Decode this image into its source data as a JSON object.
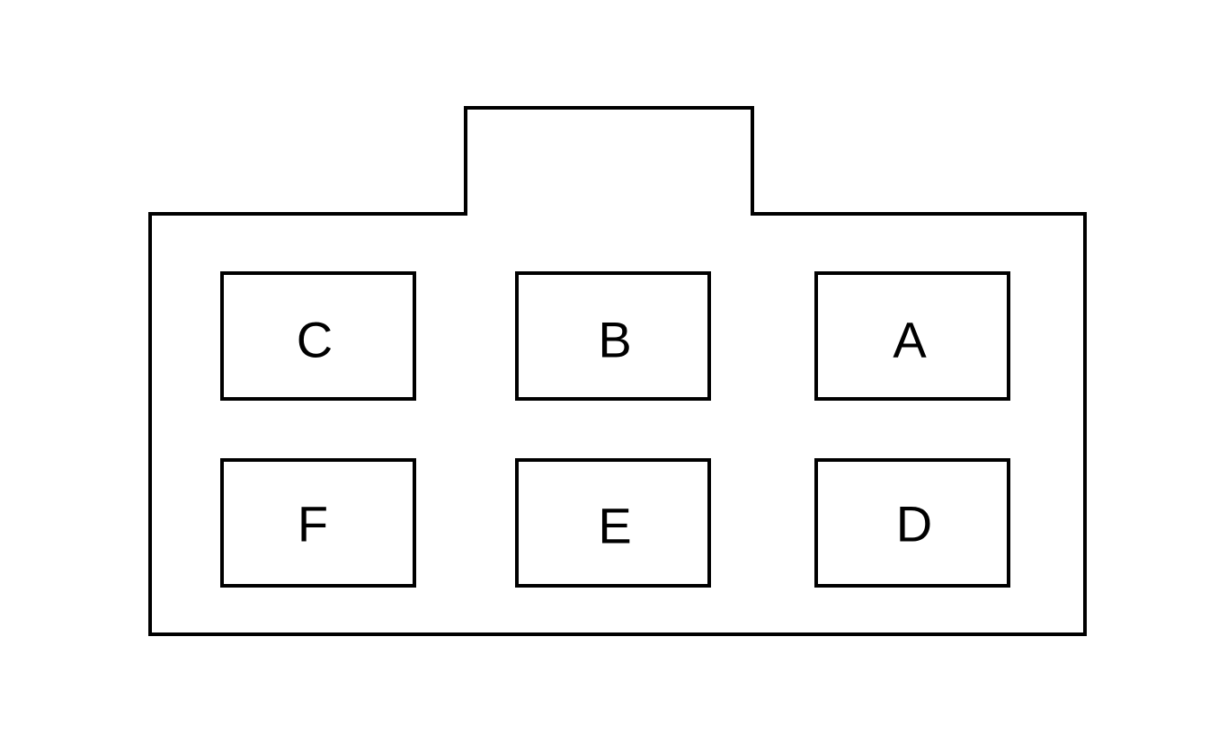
{
  "connector": {
    "pins": {
      "top_row": [
        "C",
        "B",
        "A"
      ],
      "bottom_row": [
        "F",
        "E",
        "D"
      ]
    }
  }
}
